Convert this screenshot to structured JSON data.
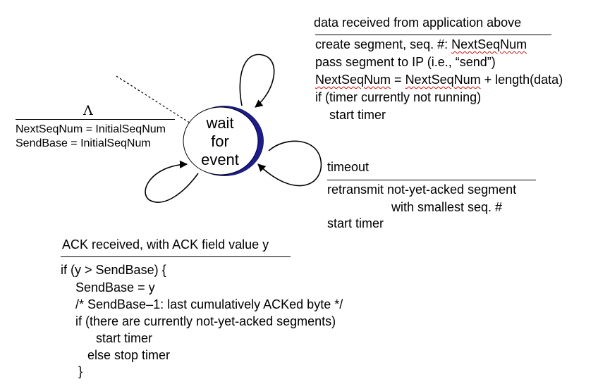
{
  "state": {
    "lines": [
      "wait",
      "for",
      "event"
    ]
  },
  "init": {
    "event": "Λ",
    "actions": [
      "NextSeqNum = InitialSeqNum",
      "SendBase = InitialSeqNum"
    ]
  },
  "data_event": {
    "event": "data received from application above",
    "actions": [
      {
        "parts": [
          "create segment, seq. #: ",
          "NextSeqNum"
        ]
      },
      {
        "parts": [
          "pass segment to IP (i.e., “send”)"
        ]
      },
      {
        "parts": [
          "NextSeqNum",
          " = ",
          "NextSeqNum",
          " + length(data)"
        ]
      },
      {
        "parts": [
          "if (timer currently not running)"
        ]
      },
      {
        "parts": [
          "    start timer"
        ]
      }
    ]
  },
  "timeout_event": {
    "event": "timeout",
    "actions": [
      "retransmit not-yet-acked segment",
      "with smallest seq. #",
      "start timer"
    ]
  },
  "ack_event": {
    "event": "ACK received, with ACK field value y",
    "actions": [
      "if (y > SendBase) {",
      "SendBase = y",
      "/* SendBase–1: last cumulatively ACKed byte */",
      "if (there are currently not-yet-acked segments)",
      "start timer",
      "else stop timer",
      "}"
    ]
  }
}
